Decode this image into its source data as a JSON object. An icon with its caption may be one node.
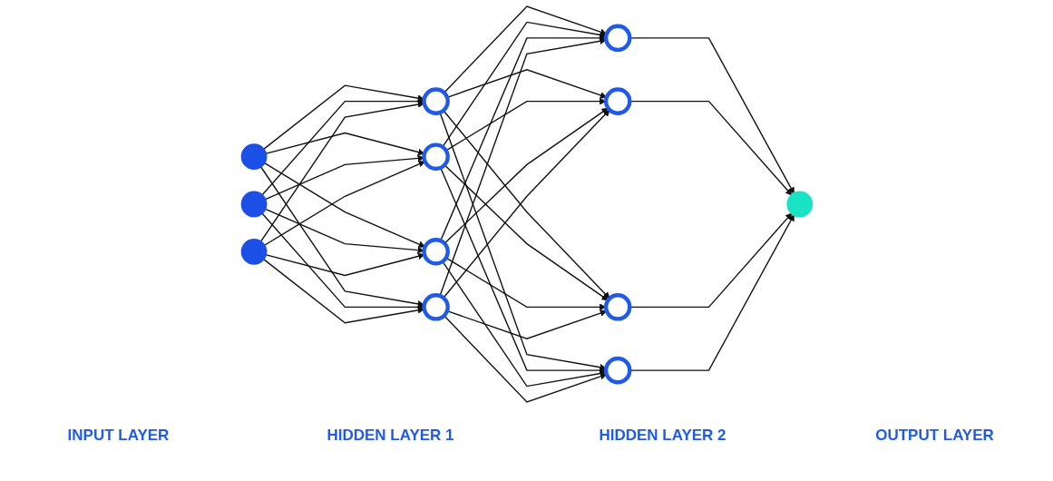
{
  "diagram": {
    "nodes": [
      {
        "text": [],
        "shape": "circle"
      },
      {
        "text": [],
        "shape": "circle"
      },
      {
        "text": [],
        "shape": "circle"
      },
      {
        "text": [],
        "shape": "circle"
      },
      {
        "text": [],
        "shape": "circle"
      },
      {
        "text": [],
        "shape": "circle"
      },
      {
        "text": [],
        "shape": "circle"
      },
      {
        "text": [],
        "shape": "circle"
      },
      {
        "text": [],
        "shape": "circle"
      },
      {
        "text": [],
        "shape": "circle"
      },
      {
        "text": [],
        "shape": "circle"
      },
      {
        "text": [],
        "shape": "circle"
      }
    ],
    "edges": [
      {
        "from": 0,
        "to": 3,
        "arrow": "to"
      },
      {
        "from": 0,
        "to": 4,
        "arrow": "to"
      },
      {
        "from": 0,
        "to": 5,
        "arrow": "to"
      },
      {
        "from": 0,
        "to": 6,
        "arrow": "to"
      },
      {
        "from": 1,
        "to": 3,
        "arrow": "to"
      },
      {
        "from": 1,
        "to": 4,
        "arrow": "to"
      },
      {
        "from": 1,
        "to": 5,
        "arrow": "to"
      },
      {
        "from": 1,
        "to": 6,
        "arrow": "to"
      },
      {
        "from": 2,
        "to": 3,
        "arrow": "to"
      },
      {
        "from": 2,
        "to": 4,
        "arrow": "to"
      },
      {
        "from": 2,
        "to": 5,
        "arrow": "to"
      },
      {
        "from": 2,
        "to": 6,
        "arrow": "to"
      },
      {
        "from": 3,
        "to": 7,
        "arrow": "to"
      },
      {
        "from": 3,
        "to": 8,
        "arrow": "to"
      },
      {
        "from": 3,
        "to": 9,
        "arrow": "to"
      },
      {
        "from": 3,
        "to": 10,
        "arrow": "to"
      },
      {
        "from": 4,
        "to": 7,
        "arrow": "to"
      },
      {
        "from": 4,
        "to": 8,
        "arrow": "to"
      },
      {
        "from": 4,
        "to": 9,
        "arrow": "to"
      },
      {
        "from": 4,
        "to": 10,
        "arrow": "to"
      },
      {
        "from": 5,
        "to": 7,
        "arrow": "to"
      },
      {
        "from": 5,
        "to": 8,
        "arrow": "to"
      },
      {
        "from": 5,
        "to": 9,
        "arrow": "to"
      },
      {
        "from": 5,
        "to": 10,
        "arrow": "to"
      },
      {
        "from": 6,
        "to": 7,
        "arrow": "to"
      },
      {
        "from": 6,
        "to": 8,
        "arrow": "to"
      },
      {
        "from": 6,
        "to": 9,
        "arrow": "to"
      },
      {
        "from": 6,
        "to": 10,
        "arrow": "to"
      },
      {
        "from": 7,
        "to": 11,
        "arrow": "to"
      },
      {
        "from": 8,
        "to": 11,
        "arrow": "to"
      },
      {
        "from": 9,
        "to": 11,
        "arrow": "to"
      },
      {
        "from": 10,
        "to": 11,
        "arrow": "to"
      }
    ],
    "labels": [
      "INPUT LAYER",
      "HIDDEN LAYER 1",
      "HIDDEN LAYER 2",
      "OUTPUT LAYER"
    ]
  }
}
